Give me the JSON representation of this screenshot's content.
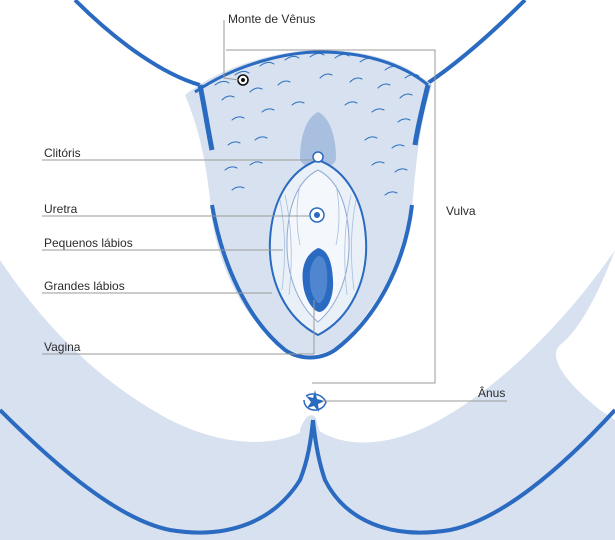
{
  "diagram": {
    "labels": {
      "mons": "Monte de Vênus",
      "clitoris": "Clitóris",
      "urethra": "Uretra",
      "labia_minora": "Pequenos lábios",
      "labia_majora": "Grandes lábios",
      "vagina": "Vagina",
      "vulva": "Vulva",
      "anus": "Ânus"
    },
    "colors": {
      "outline_blue": "#2a6ac0",
      "light_blue_fill": "#d7e1ef",
      "mid_blue_fill": "#a8bfdf",
      "leader_gray": "#9a9a9a",
      "text": "#2b2b2b"
    }
  }
}
